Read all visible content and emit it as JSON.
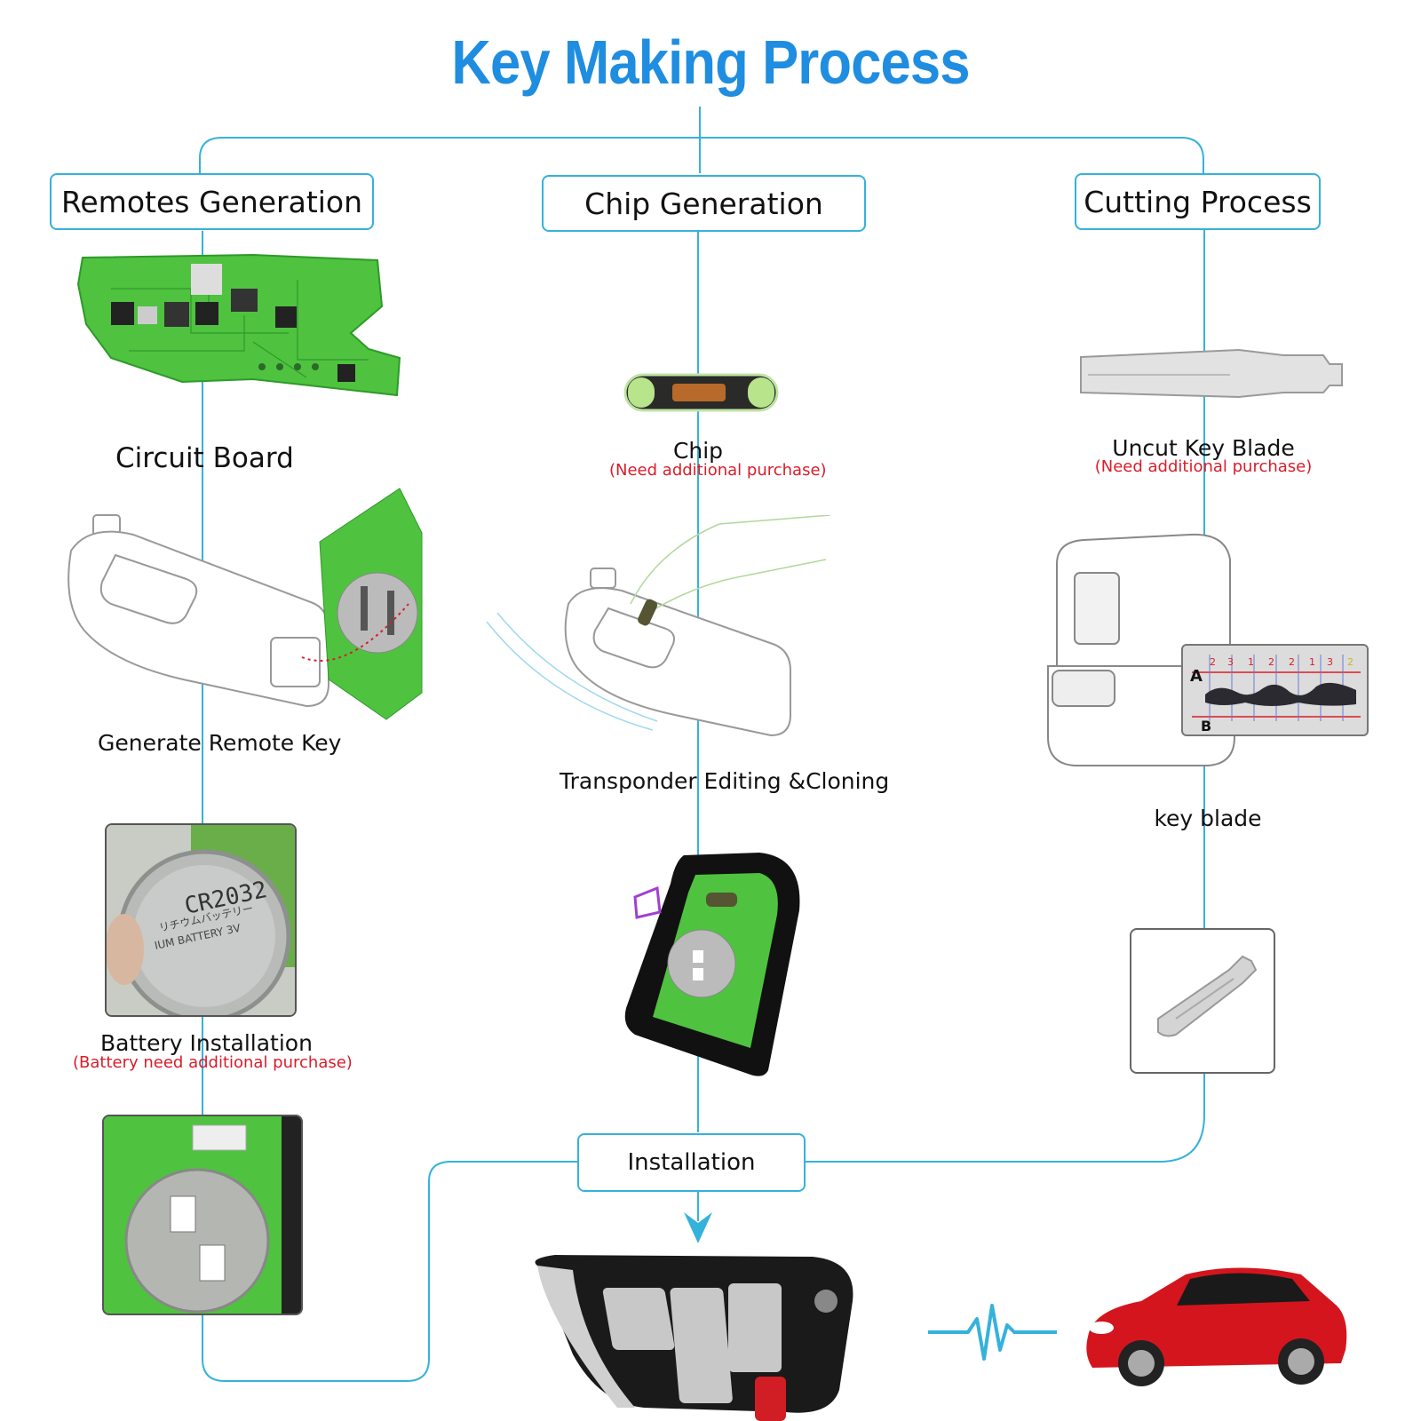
{
  "title": "Key Making Process",
  "columns": {
    "remotes": "Remotes Generation",
    "chip": "Chip Generation",
    "cutting": "Cutting Process"
  },
  "steps": {
    "circuit_board": "Circuit Board",
    "generate_remote": "Generate Remote Key",
    "battery": "Battery Installation",
    "battery_note": "(Battery need additional purchase)",
    "chip": "Chip",
    "chip_note": "(Need additional purchase)",
    "transponder": "Transponder Editing &Cloning",
    "uncut_blade": "Uncut Key  Blade",
    "uncut_note": "(Need additional purchase)",
    "key_blade": "key blade",
    "installation": "Installation"
  },
  "battery_print": {
    "model": "CR2032",
    "jp": "リチウムバッテリー",
    "type": "IUM BATTERY 3V"
  },
  "profile_readout": {
    "point_a": "A",
    "point_b": "B",
    "digits": [
      "2",
      "3",
      "1",
      "2",
      "2",
      "1",
      "3",
      "2"
    ]
  },
  "colors": {
    "title": "#1f8de0",
    "connector": "#35b2db",
    "note": "#d91d2a",
    "pcb": "#4fc23f"
  }
}
